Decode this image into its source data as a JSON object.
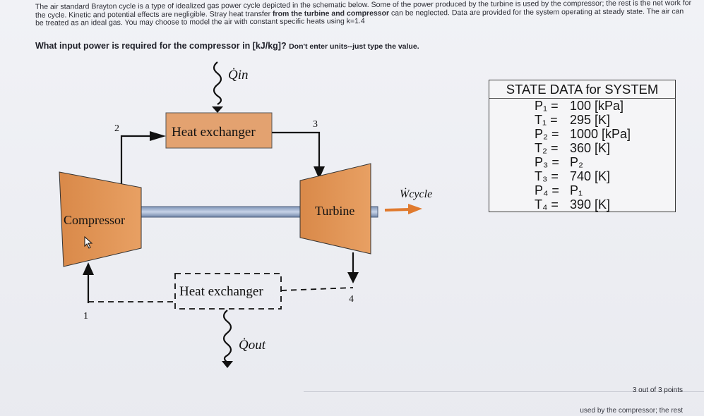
{
  "problem": {
    "part1": "The air standard Brayton cycle is a type of idealized gas power cycle depicted in the schematic below. Some of the power produced by the turbine is used by the compressor; the rest is the net work for the cycle. Kinetic and potential effects are negligible. Stray heat transfer ",
    "bold": "from the turbine and compressor",
    "part2": " can be neglected. Data are provided for the system operating at steady state. The air can be treated as an ideal gas. You may choose to model the air with constant specific heats using k=1.4"
  },
  "question": {
    "text": "What input power is required for the compressor in [kJ/kg]?",
    "note": "Don't enter units--just type the value."
  },
  "schematic": {
    "q_in": "Q̇in",
    "q_out": "Q̇out",
    "heat_exchanger": "Heat exchanger",
    "compressor": "Compressor",
    "turbine": "Turbine",
    "w_cycle": "Ẇcycle",
    "state1": "1",
    "state2": "2",
    "state3": "3",
    "state4": "4"
  },
  "state_table": {
    "title": "STATE DATA for SYSTEM",
    "rows": [
      {
        "label": "P₁ =",
        "value": "100 [kPa]"
      },
      {
        "label": "T₁ =",
        "value": "295 [K]"
      },
      {
        "label": "P₂ =",
        "value": "1000 [kPa]"
      },
      {
        "label": "T₂ =",
        "value": "360 [K]"
      },
      {
        "label": "P₃ =",
        "value": "P₂"
      },
      {
        "label": "T₃ =",
        "value": "740 [K]"
      },
      {
        "label": "P₄ =",
        "value": "P₁"
      },
      {
        "label": "T₄ =",
        "value": "390 [K]"
      }
    ]
  },
  "footer": {
    "points": "3 out of 3 points",
    "cutoff_text": "used by the compressor; the rest"
  }
}
